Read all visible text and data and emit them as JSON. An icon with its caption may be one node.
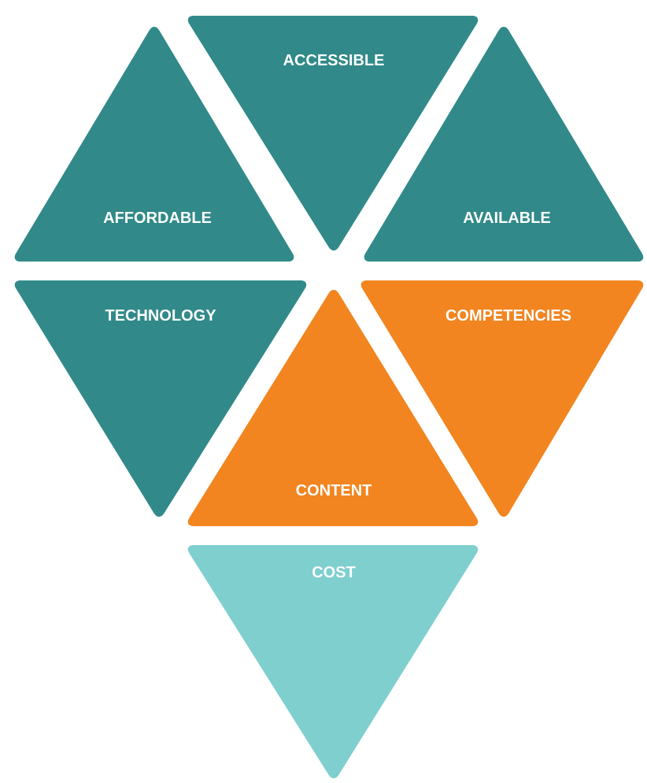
{
  "diagram": {
    "nodes": [
      {
        "text": [
          "AFFORDABLE"
        ]
      },
      {
        "text": [
          "ACCESSIBLE"
        ]
      },
      {
        "text": [
          "AVAILABLE"
        ]
      },
      {
        "text": [
          "TECHNOLOGY"
        ]
      },
      {
        "text": [
          "CONTENT"
        ]
      },
      {
        "text": [
          "COMPETENCIES"
        ]
      },
      {
        "text": [
          "COST"
        ]
      }
    ]
  }
}
